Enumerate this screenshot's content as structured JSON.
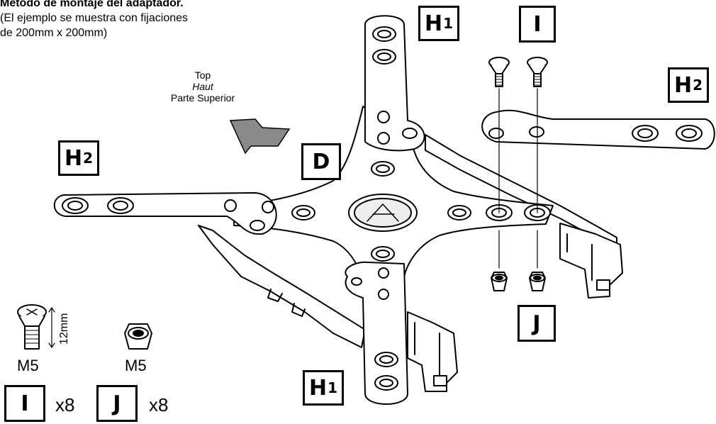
{
  "header": {
    "title": "Método de montaje del adaptador.",
    "subtitle_line1": "(El ejemplo se muestra con fijaciones",
    "subtitle_line2": "de 200mm x 200mm)"
  },
  "direction": {
    "line1": "Top",
    "line2": "Haut",
    "line3": "Parte Superior"
  },
  "part_labels": {
    "h1": "H",
    "h1_sub": "1",
    "h2": "H",
    "h2_sub": "2",
    "d": "D",
    "i": "I",
    "j": "J"
  },
  "hardware": {
    "screw_size": "M5",
    "nut_size": "M5",
    "screw_length": "12mm",
    "screw_qty": "x8",
    "nut_qty": "x8"
  }
}
